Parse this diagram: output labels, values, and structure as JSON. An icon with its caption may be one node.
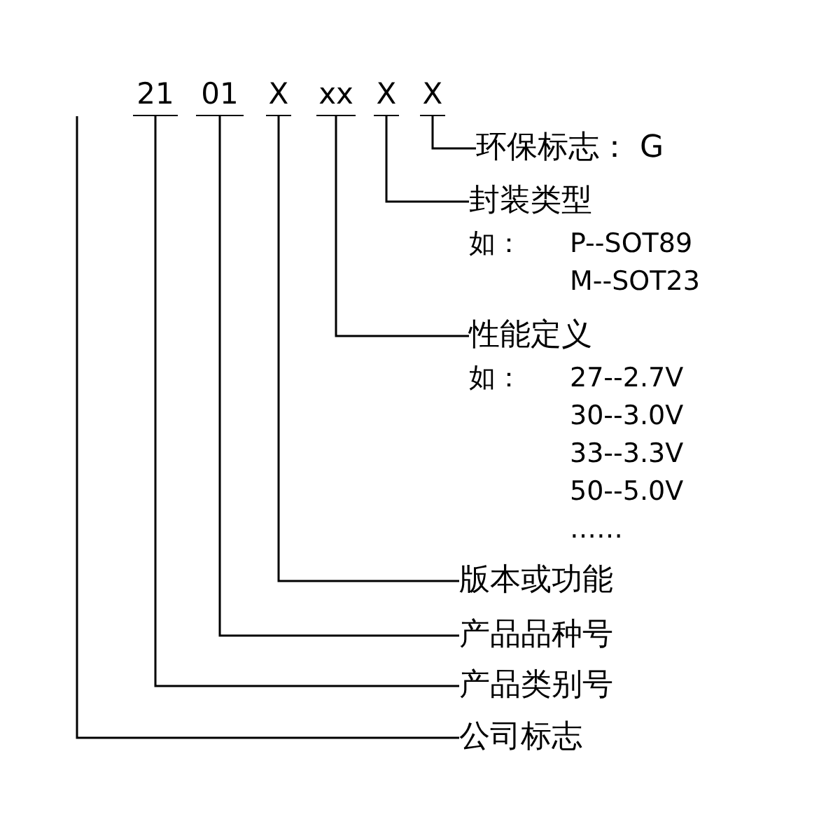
{
  "diagram": {
    "nodes": [
      {
        "text": [
          "21"
        ]
      },
      {
        "text": [
          "01"
        ]
      },
      {
        "text": [
          "X"
        ]
      },
      {
        "text": [
          "xx"
        ]
      },
      {
        "text": [
          "X"
        ]
      },
      {
        "text": [
          "X"
        ]
      },
      {
        "text": [
          "环保标志： G"
        ]
      },
      {
        "text": [
          "封装类型",
          "如：",
          "P--SOT89",
          "M--SOT23"
        ]
      },
      {
        "text": [
          "性能定义",
          "如：",
          "27--2.7V",
          "30--3.0V",
          "33--3.3V",
          "50--5.0V",
          "……"
        ]
      },
      {
        "text": [
          "版本或功能"
        ]
      },
      {
        "text": [
          "产品品种号"
        ]
      },
      {
        "text": [
          "产品类别号"
        ]
      },
      {
        "text": [
          "公司标志"
        ]
      }
    ],
    "edges": [
      {
        "from": 6,
        "to": 5,
        "arrow": "none"
      },
      {
        "from": 7,
        "to": 4,
        "arrow": "none"
      },
      {
        "from": 8,
        "to": 3,
        "arrow": "none"
      },
      {
        "from": 9,
        "to": 2,
        "arrow": "none"
      },
      {
        "from": 10,
        "to": 1,
        "arrow": "none"
      },
      {
        "from": 11,
        "to": 0,
        "arrow": "none"
      },
      {
        "from": 12,
        "to": null,
        "arrow": "none"
      }
    ]
  }
}
